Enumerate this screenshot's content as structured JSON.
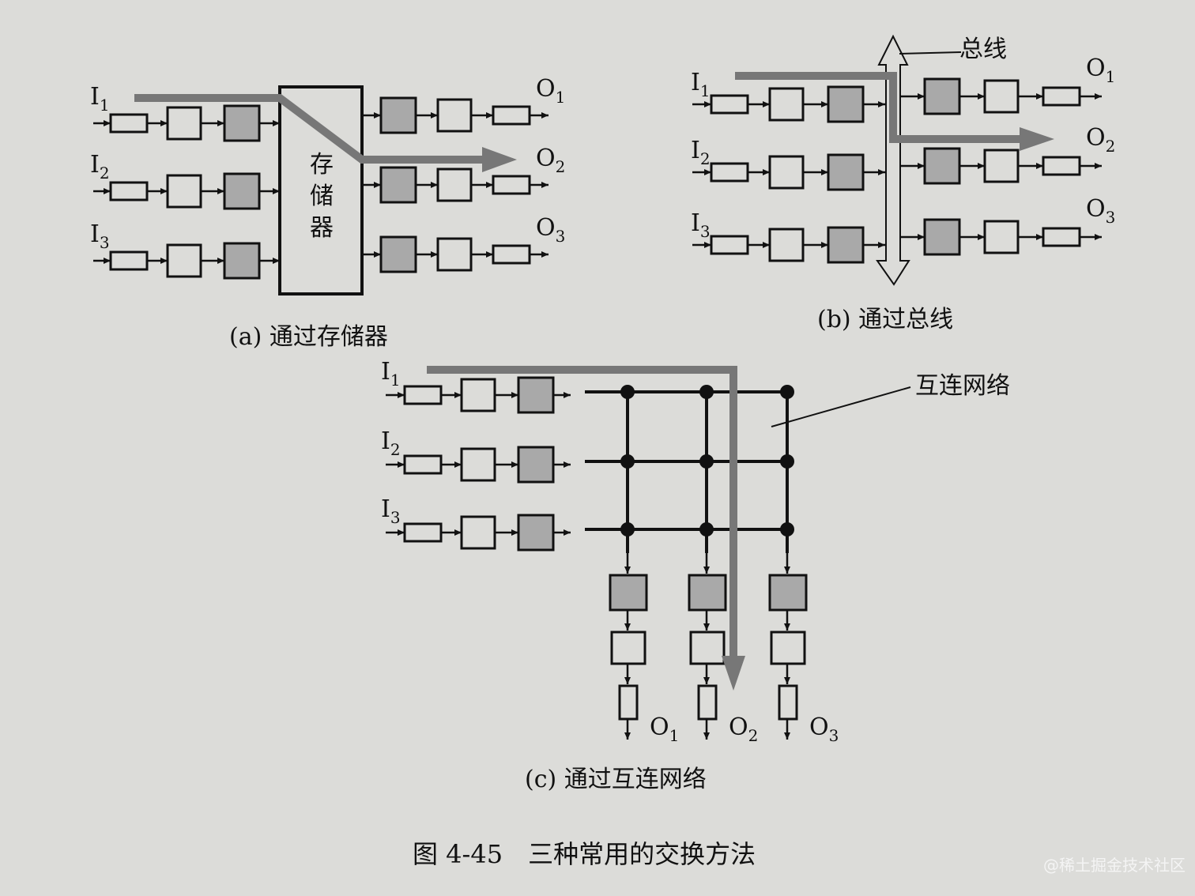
{
  "figure_caption": "图 4-45　三种常用的交换方法",
  "watermark": "@稀土掘金技术社区",
  "panel_a": {
    "caption": "(a) 通过存储器",
    "memory_label": "存\n储\n器",
    "inputs": [
      "I1",
      "I2",
      "I3"
    ],
    "outputs": [
      "O1",
      "O2",
      "O3"
    ]
  },
  "panel_b": {
    "caption": "(b) 通过总线",
    "bus_label": "总线",
    "inputs": [
      "I1",
      "I2",
      "I3"
    ],
    "outputs": [
      "O1",
      "O2",
      "O3"
    ]
  },
  "panel_c": {
    "caption": "(c) 通过互连网络",
    "network_label": "互连网络",
    "inputs": [
      "I1",
      "I2",
      "I3"
    ],
    "outputs": [
      "O1",
      "O2",
      "O3"
    ]
  },
  "colors": {
    "background": "#dcdcd9",
    "ink": "#111111",
    "shaded_box": "#a9a9a9",
    "path_arrow": "#777777"
  }
}
